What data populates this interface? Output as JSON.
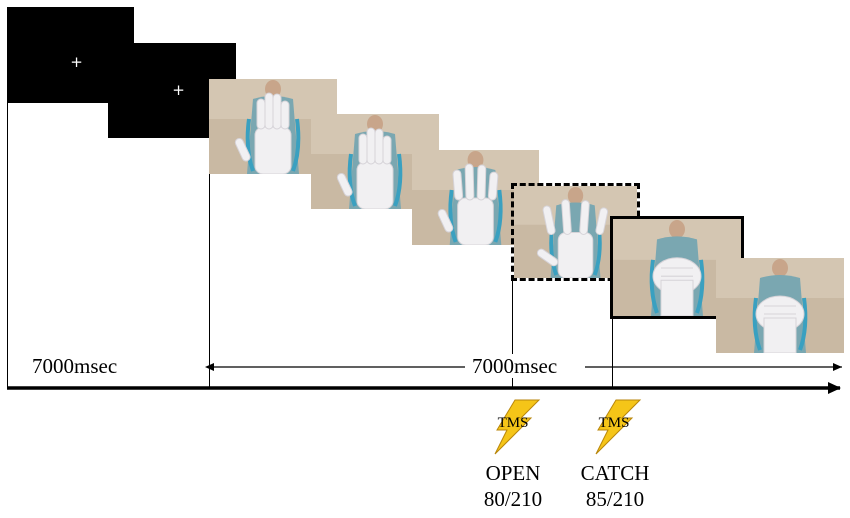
{
  "fixation": {
    "symbol": "+"
  },
  "frames": [
    {
      "name": "hand-frame-1",
      "pose": "fingers-together"
    },
    {
      "name": "hand-frame-2",
      "pose": "fingers-together"
    },
    {
      "name": "hand-frame-3",
      "pose": "fingers-slightly-open"
    },
    {
      "name": "hand-frame-4-open",
      "pose": "fingers-spread",
      "highlight": "dashed"
    },
    {
      "name": "hand-frame-5-catch",
      "pose": "fist",
      "highlight": "solid"
    },
    {
      "name": "hand-frame-6",
      "pose": "fist"
    }
  ],
  "durations": {
    "fixation": "7000msec",
    "movie": "7000msec"
  },
  "tms": {
    "label": "TMS",
    "color": "#f5c518"
  },
  "conditions": [
    {
      "name": "OPEN",
      "count": "80/210"
    },
    {
      "name": "CATCH",
      "count": "85/210"
    }
  ]
}
